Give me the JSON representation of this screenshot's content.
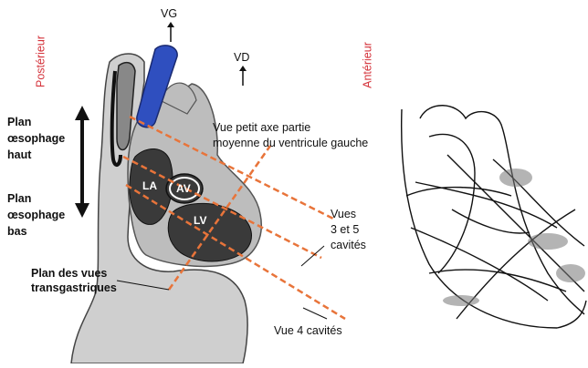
{
  "labels": {
    "vg": "VG",
    "vd": "VD",
    "posterieur": "Postérieur",
    "anterieur": "Antérieur",
    "plan_haut_1": "Plan",
    "plan_haut_2": "œsophage",
    "plan_haut_3": "haut",
    "plan_bas_1": "Plan",
    "plan_bas_2": "œsophage",
    "plan_bas_3": "bas",
    "petit_axe_1": "Vue petit axe partie",
    "petit_axe_2": "moyenne du ventricule gauche",
    "vues35_1": "Vues",
    "vues35_2": "3 et 5",
    "vues35_3": "cavités",
    "transgastrique_1": "Plan des vues",
    "transgastrique_2": "transgastriques",
    "vue4": "Vue 4 cavités",
    "la": "LA",
    "av": "AV",
    "lv": "LV"
  },
  "colors": {
    "orange_dashed": "#e8743a",
    "blue_vessel": "#2f4fbf",
    "red_text": "#d4323a",
    "grey_tube": "#c9c9c9",
    "grey_heart": "#bdbdbd",
    "dark_chamber": "#3a3a3a"
  }
}
